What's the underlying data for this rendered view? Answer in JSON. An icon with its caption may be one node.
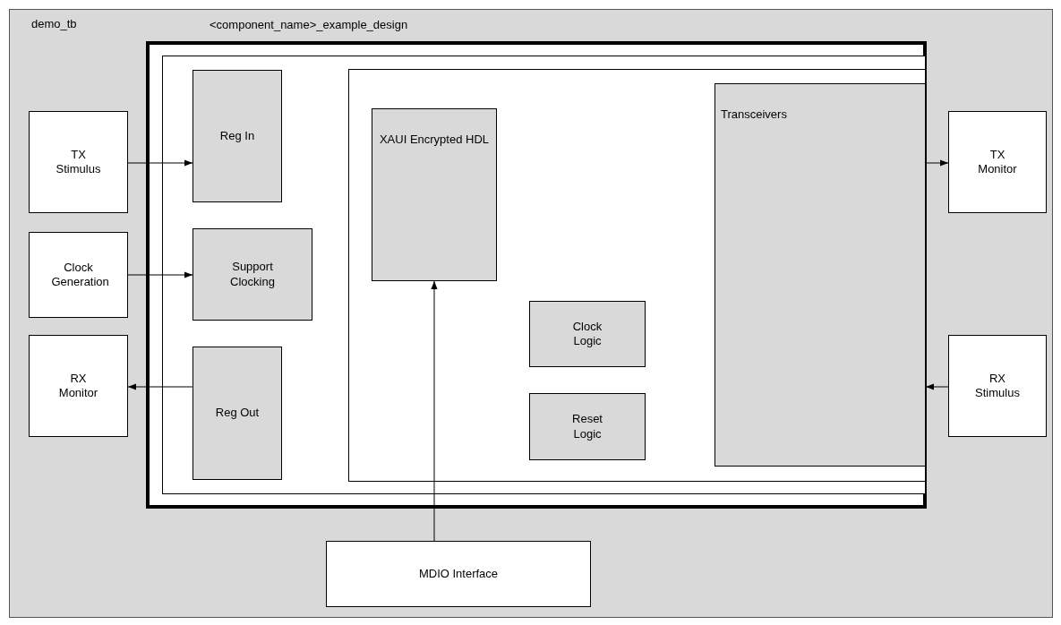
{
  "diagram": {
    "nodes": [
      {
        "text": [
          "demo_tb"
        ]
      },
      {
        "text": [
          "<component_name>_example_design"
        ],
        "in": 0
      },
      {
        "text": [],
        "shape": "box",
        "in": 1
      },
      {
        "text": [
          "Reg In"
        ],
        "in": 2
      },
      {
        "text": [
          "Support Clocking"
        ],
        "in": 2
      },
      {
        "text": [
          "Reg Out"
        ],
        "in": 2
      },
      {
        "text": [],
        "shape": "box",
        "in": 2
      },
      {
        "text": [
          "XAUI Encrypted HDL"
        ],
        "in": 6
      },
      {
        "text": [
          "Clock Logic"
        ],
        "in": 6
      },
      {
        "text": [
          "Reset Logic"
        ],
        "in": 6
      },
      {
        "text": [
          "Transceivers"
        ],
        "in": 6
      },
      {
        "text": [
          "TX Stimulus"
        ],
        "in": 0
      },
      {
        "text": [
          "Clock Generation"
        ],
        "in": 0
      },
      {
        "text": [
          "RX Monitor"
        ],
        "in": 0
      },
      {
        "text": [
          "TX Monitor"
        ],
        "in": 0
      },
      {
        "text": [
          "RX Stimulus"
        ],
        "in": 0
      },
      {
        "text": [
          "MDIO Interface"
        ],
        "in": 0
      }
    ],
    "edges": [
      {
        "from": 11,
        "to": 3,
        "arrow": "to"
      },
      {
        "from": 12,
        "to": 4,
        "arrow": "to"
      },
      {
        "from": 5,
        "to": 13,
        "arrow": "to"
      },
      {
        "from": 10,
        "to": 14,
        "arrow": "to"
      },
      {
        "from": 15,
        "to": 10,
        "arrow": "to"
      },
      {
        "from": 16,
        "to": 7,
        "arrow": "to"
      }
    ]
  }
}
